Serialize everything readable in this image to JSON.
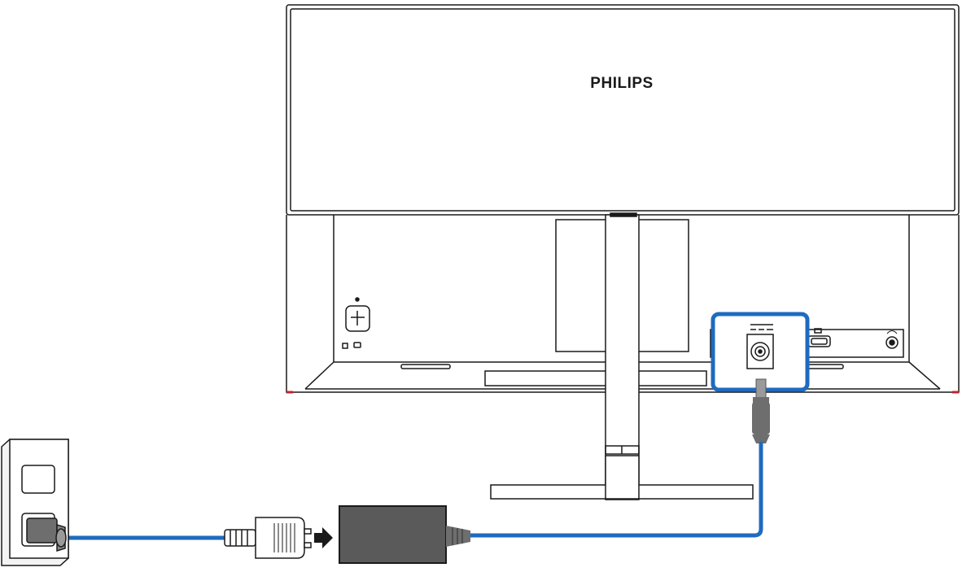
{
  "monitor": {
    "brand": "PHILIPS",
    "ports": [
      "dc-in",
      "hdmi",
      "audio-out"
    ]
  },
  "connection": {
    "cable_color": "#1f6bbf",
    "highlight_color": "#1f6bbf",
    "adapter_color": "#5a5a5a",
    "plug_color": "#6e6e6e"
  },
  "icons": [
    "lock-icon",
    "joystick-icon",
    "dc-symbol-icon",
    "hdmi-icon",
    "headphone-icon",
    "arrow-right-icon"
  ]
}
